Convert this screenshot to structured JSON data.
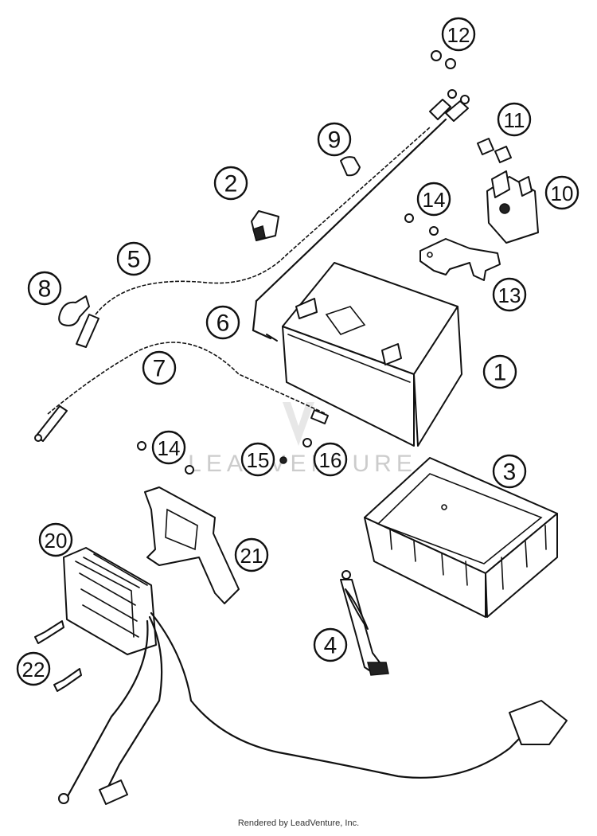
{
  "callouts": [
    {
      "label": "1"
    },
    {
      "label": "2"
    },
    {
      "label": "3"
    },
    {
      "label": "4"
    },
    {
      "label": "5"
    },
    {
      "label": "6"
    },
    {
      "label": "7"
    },
    {
      "label": "8"
    },
    {
      "label": "9"
    },
    {
      "label": "10"
    },
    {
      "label": "11"
    },
    {
      "label": "12"
    },
    {
      "label": "13"
    },
    {
      "label": "14"
    },
    {
      "label": "14"
    },
    {
      "label": "15"
    },
    {
      "label": "16"
    },
    {
      "label": "20"
    },
    {
      "label": "21"
    },
    {
      "label": "22"
    }
  ],
  "watermark": "LEADVENTURE",
  "footer": "Rendered by LeadVenture, Inc."
}
